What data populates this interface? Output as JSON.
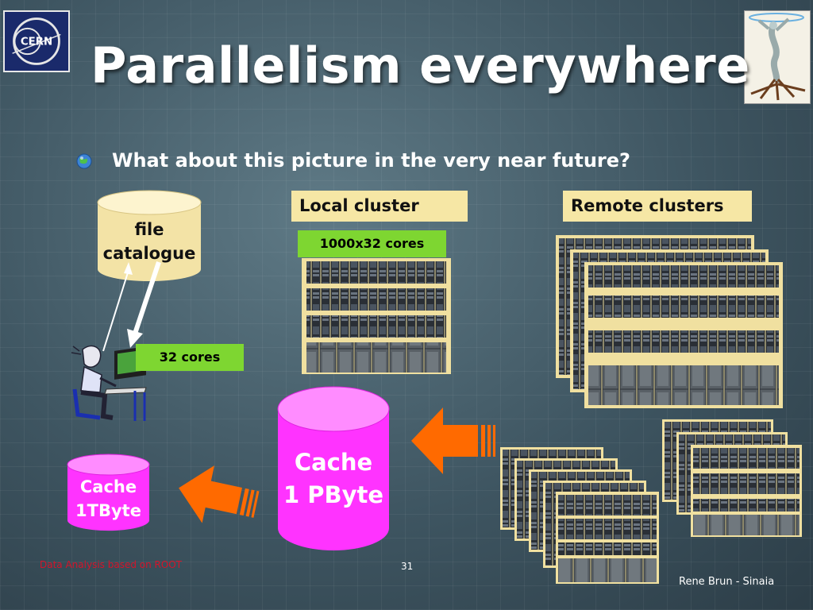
{
  "slide": {
    "title": "Parallelism everywhere",
    "bullet": "What about this picture in the very near future?",
    "labels": {
      "local_cluster": "Local cluster",
      "remote_clusters": "Remote clusters",
      "cores_1000x32": "1000x32 cores",
      "cores_32": "32 cores"
    },
    "file_catalogue": {
      "line1": "file",
      "line2": "catalogue"
    },
    "cache_small": {
      "line1": "Cache",
      "line2": "1TByte"
    },
    "cache_large": {
      "line1": "Cache",
      "line2": "1 PByte"
    },
    "footer": {
      "left": "Data Analysis based on ROOT",
      "page_number": "31",
      "right": "Rene Brun - Sinaia"
    },
    "logo_text": "CERN"
  },
  "colors": {
    "label_bg": "#f6e7a5",
    "green_label": "#7ed631",
    "cache_magenta": "#ff33ff",
    "arrow_orange": "#ff6a00",
    "footer_red": "#d4142a"
  },
  "icons": [
    "cern-logo",
    "root-tree-logo",
    "globe-bullet-icon",
    "user-at-computer-icon",
    "server-rack-icon",
    "arrow-left-icon"
  ]
}
